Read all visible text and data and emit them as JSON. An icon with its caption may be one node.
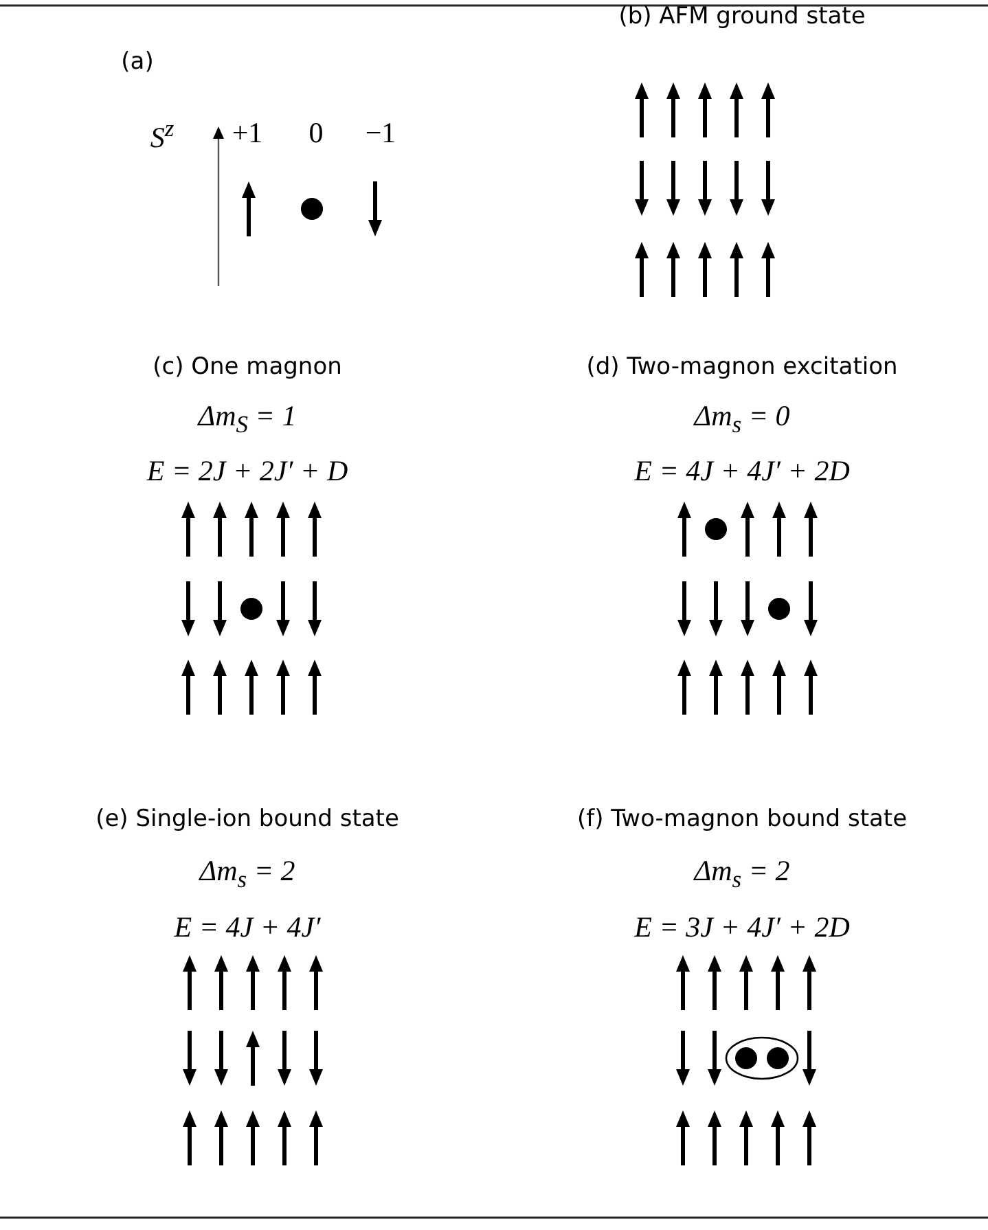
{
  "diagram": {
    "labels": [
      "(a)",
      "(b) AFM ground state",
      "S$^{z}$",
      "+1",
      "0",
      "−1",
      "(c) One magnon",
      "(d) Two-magnon excitation",
      "Δm$_{S}$ = 1",
      "Δm$_{s}$ = 0",
      "E = 2J + 2J′ + D",
      "E = 4J + 4J′ + 2D",
      "(e) Single-ion bound state",
      "(f) Two-magnon bound state",
      "Δm$_{s}$ = 2",
      "Δm$_{s}$ = 2",
      "E = 4J + 4J′",
      "E = 3J + 4J′ + 2D"
    ]
  }
}
